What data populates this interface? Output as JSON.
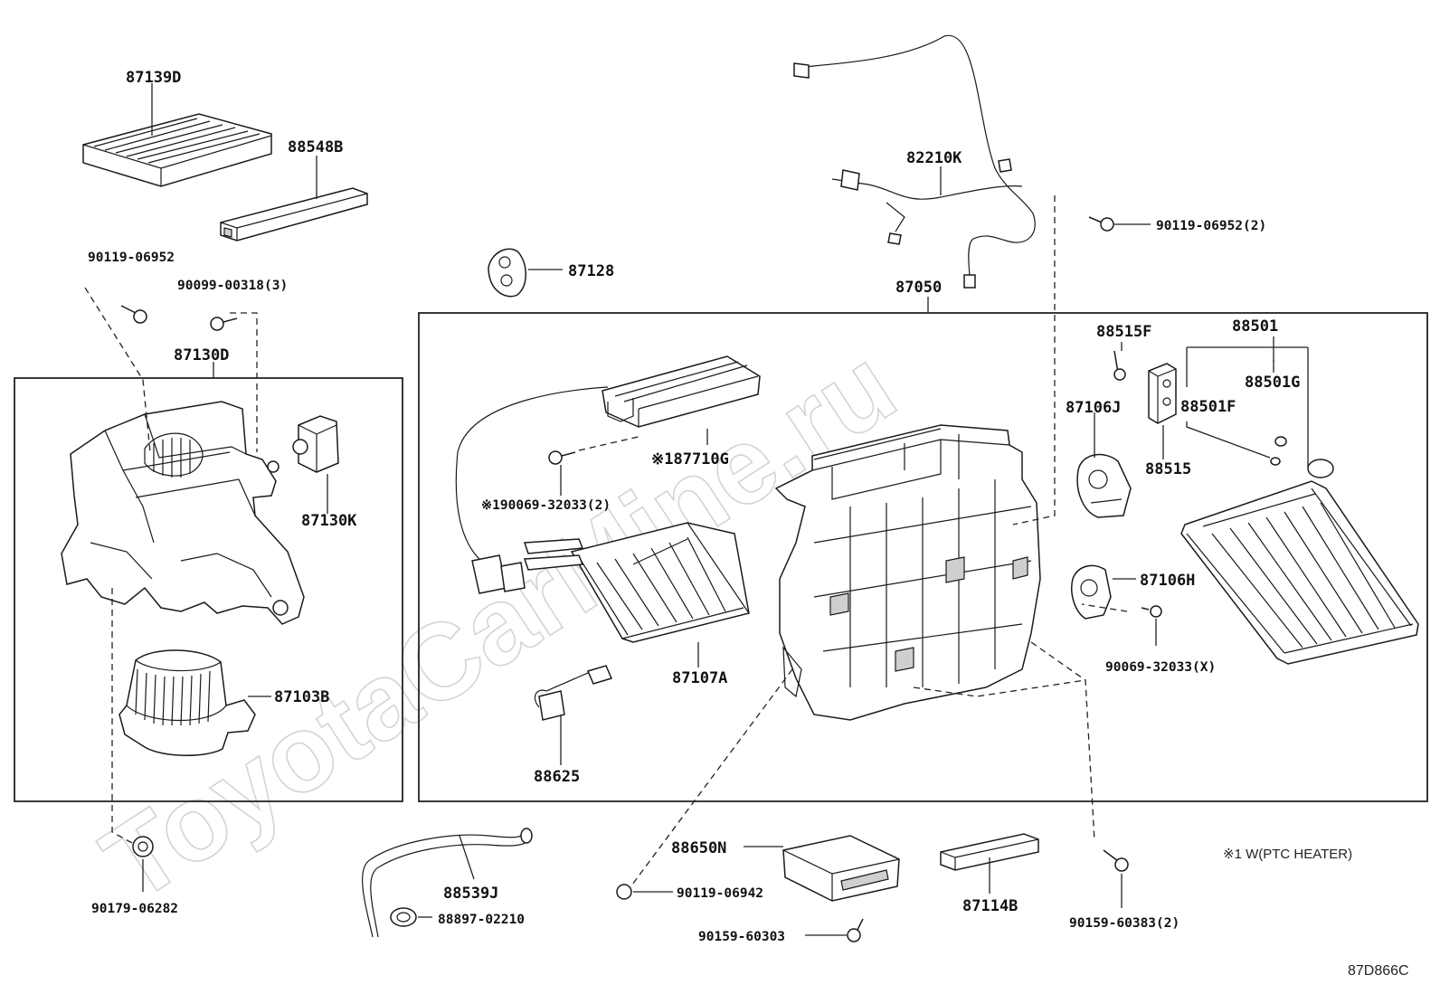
{
  "diagram_code": "87D866C",
  "watermark": "ToyotaCarMine.ru",
  "footnote": "※1 W(PTC HEATER)",
  "labels": {
    "p87139D": "87139D",
    "p88548B": "88548B",
    "p90119_06952": "90119-06952",
    "p90099_00318": "90099-00318(3)",
    "p87130D": "87130D",
    "p87130K": "87130K",
    "p87103B": "87103B",
    "p90179_06282": "90179-06282",
    "p87128": "87128",
    "p82210K": "82210K",
    "p90119_06952_2": "90119-06952(2)",
    "p87050": "87050",
    "p88515F": "88515F",
    "p88501": "88501",
    "p88501G": "88501G",
    "p88501F": "88501F",
    "p87106J": "87106J",
    "p88515": "88515",
    "p87710G": "※187710G",
    "p90069_32033_2": "※190069-32033(2)",
    "p87107A": "87107A",
    "p87106H": "87106H",
    "p90069_32033_X": "90069-32033(X)",
    "p88625": "88625",
    "p88539J": "88539J",
    "p88897_02210": "88897-02210",
    "p88650N": "88650N",
    "p90119_06942": "90119-06942",
    "p90159_60303": "90159-60303",
    "p87114B": "87114B",
    "p90159_60383": "90159-60383(2)"
  }
}
